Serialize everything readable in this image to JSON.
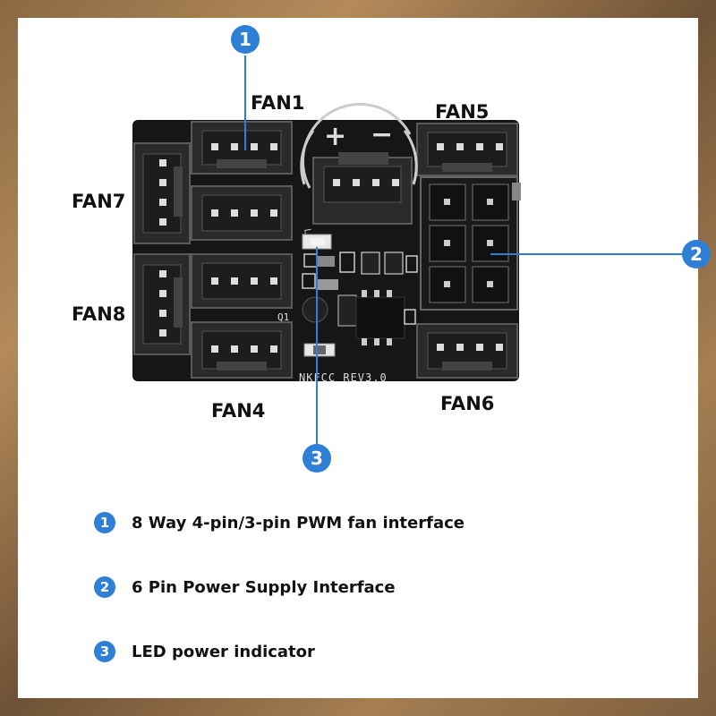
{
  "fan_labels": {
    "fan1": "FAN1",
    "fan5": "FAN5",
    "fan7": "FAN7",
    "fan8": "FAN8",
    "fan4": "FAN4",
    "fan6": "FAN6"
  },
  "pcb": {
    "plus": "+",
    "minus": "−",
    "led": "LED",
    "q1": "Q1",
    "revision": "NKFCC  REV3.0"
  },
  "callouts": {
    "one": "1",
    "two": "2",
    "three": "3"
  },
  "legend": [
    {
      "number": "1",
      "text": "8 Way 4-pin/3-pin PWM fan interface"
    },
    {
      "number": "2",
      "text": "6 Pin Power Supply Interface"
    },
    {
      "number": "3",
      "text": "LED power indicator"
    }
  ],
  "colors": {
    "accent": "#2f7fd6",
    "board": "#161616",
    "connector": "#2a2a2a"
  }
}
